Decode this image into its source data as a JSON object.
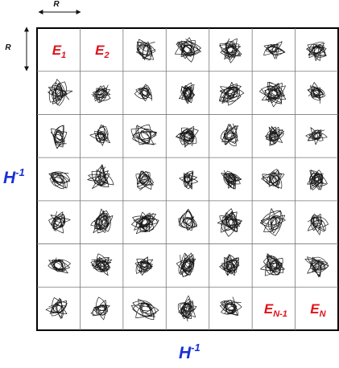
{
  "scale_label": "R",
  "axis_labels": {
    "vertical": {
      "base": "H",
      "exponent": "-1"
    },
    "horizontal": {
      "base": "H",
      "exponent": "-1"
    }
  },
  "grid": {
    "rows": 7,
    "columns": 7
  },
  "cell_labels": [
    {
      "row": 0,
      "col": 0,
      "base": "E",
      "sub": "1"
    },
    {
      "row": 0,
      "col": 1,
      "base": "E",
      "sub": "2"
    },
    {
      "row": 6,
      "col": 5,
      "base": "E",
      "sub": "N-1"
    },
    {
      "row": 6,
      "col": 6,
      "base": "E",
      "sub": "N"
    }
  ],
  "colors": {
    "axis_label": "#1a2fd6",
    "cell_label": "#e0121b",
    "coil": "#1a1a1a",
    "grid": "#000000"
  }
}
